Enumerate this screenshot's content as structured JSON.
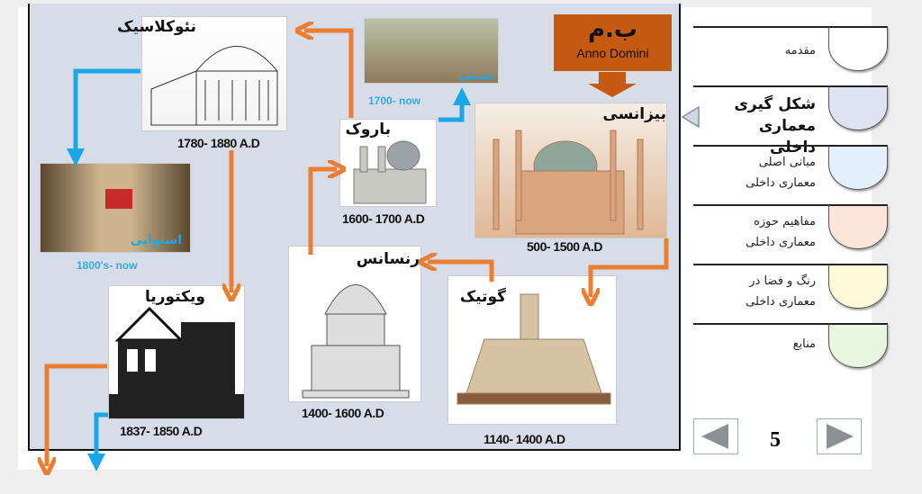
{
  "timeline": {
    "start_box": {
      "title": "ب.م",
      "subtitle": "Anno Domini"
    },
    "styles": [
      {
        "id": "byzantine",
        "title": "بیزانسی",
        "dates": "500- 1500 A.D"
      },
      {
        "id": "gothic",
        "title": "گوتیک",
        "dates": "1140- 1400 A.D"
      },
      {
        "id": "renaissance",
        "title": "رنسانس",
        "dates": "1400- 1600 A.D"
      },
      {
        "id": "baroque",
        "title": "باروک",
        "dates": "1600- 1700 A.D"
      },
      {
        "id": "neoclassic",
        "title": "نئوکلاسیک",
        "dates": "1780- 1880 A.D"
      },
      {
        "id": "victorian",
        "title": "ویکتوریا",
        "dates": "1837- 1850 A.D"
      }
    ],
    "interior_styles": [
      {
        "id": "traditional",
        "title": "سنتی",
        "dates": "1700- now"
      },
      {
        "id": "tropical",
        "title": "استوایی",
        "dates": "1800's- now"
      }
    ]
  },
  "nav": {
    "items": [
      {
        "label": "مقدمه",
        "color": "#ffffff"
      },
      {
        "label": "شکل گیری معماری داخلی",
        "color": "#dde3f0",
        "selected": true
      },
      {
        "label": "مبانی اصلی معماری داخلی",
        "color": "#e3effb"
      },
      {
        "label": "مفاهیم حوزه معماری داخلی",
        "color": "#fbe5d8"
      },
      {
        "label": "رنگ و فضا در معماری داخلی",
        "color": "#fdf9d8"
      },
      {
        "label": "منابع",
        "color": "#e8f5df"
      }
    ],
    "page_number": "5"
  },
  "colors": {
    "orange": "#ed7d31",
    "blue": "#1aa7e8"
  }
}
